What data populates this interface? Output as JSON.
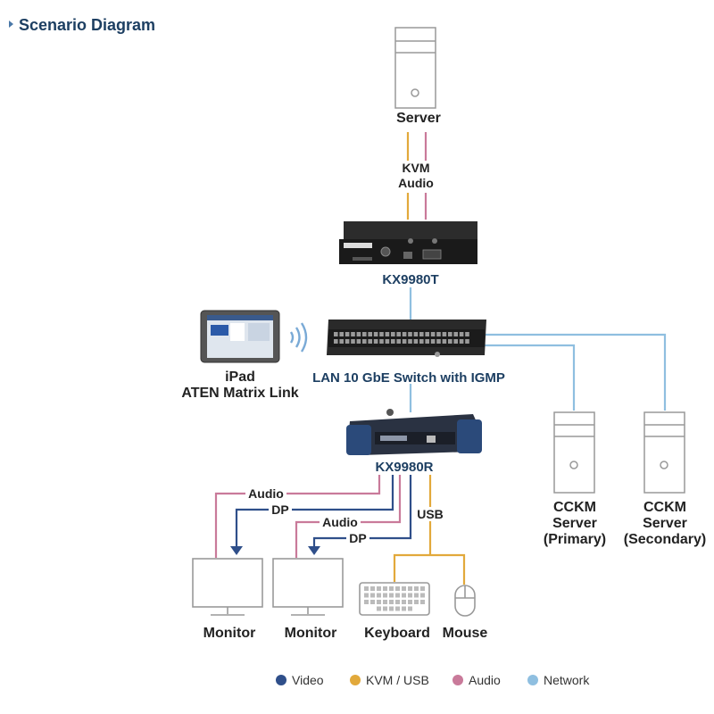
{
  "title": "Scenario Diagram",
  "server": {
    "label": "Server",
    "link_labels": [
      "KVM",
      "Audio"
    ]
  },
  "transmitter": {
    "label": "KX9980T"
  },
  "switch": {
    "label": "LAN 10 GbE Switch with IGMP"
  },
  "ipad": {
    "label_lines": [
      "iPad",
      "ATEN Matrix Link"
    ]
  },
  "receiver": {
    "label": "KX9980R"
  },
  "cckm": [
    {
      "lines": [
        "CCKM",
        "Server",
        "(Primary)"
      ]
    },
    {
      "lines": [
        "CCKM",
        "Server",
        "(Secondary)"
      ]
    }
  ],
  "receiver_links": {
    "audio1": "Audio",
    "dp1": "DP",
    "audio2": "Audio",
    "dp2": "DP",
    "usb": "USB"
  },
  "devices": {
    "monitor1": "Monitor",
    "monitor2": "Monitor",
    "keyboard": "Keyboard",
    "mouse": "Mouse"
  },
  "legend": [
    {
      "label": "Video",
      "color": "#2f4f8a"
    },
    {
      "label": "KVM / USB",
      "color": "#e2a93b"
    },
    {
      "label": "Audio",
      "color": "#c97a9a"
    },
    {
      "label": "Network",
      "color": "#8fbfe0"
    }
  ],
  "colors": {
    "video": "#2f4f8a",
    "kvm": "#e2a93b",
    "audio": "#c97a9a",
    "network": "#8fbfe0"
  }
}
